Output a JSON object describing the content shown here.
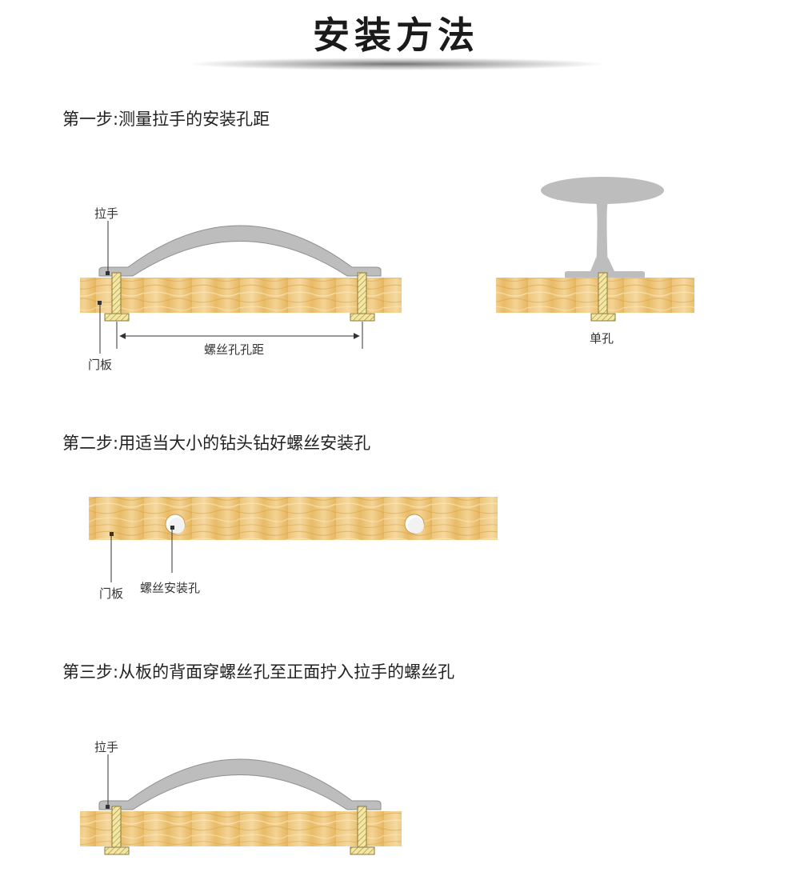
{
  "title": "安装方法",
  "steps": [
    "第一步:测量拉手的安装孔距",
    "第二步:用适当大小的钻头钻好螺丝安装孔",
    "第三步:从板的背面穿螺丝孔至正面拧入拉手的螺丝孔"
  ],
  "labels": {
    "handle": "拉手",
    "door_panel": "门板",
    "screw_hole_distance": "螺丝孔孔距",
    "single_hole": "单孔",
    "screw_install_hole": "螺丝安装孔"
  },
  "colors": {
    "wood_light": "#f3d394",
    "wood_mid": "#e5b45c",
    "wood_dark": "#d39d3e",
    "handle_gray": "#bdbdbd",
    "handle_edge": "#8e8e8e",
    "screw_fill": "#f4e6a3",
    "screw_stroke": "#8a7a3a"
  }
}
